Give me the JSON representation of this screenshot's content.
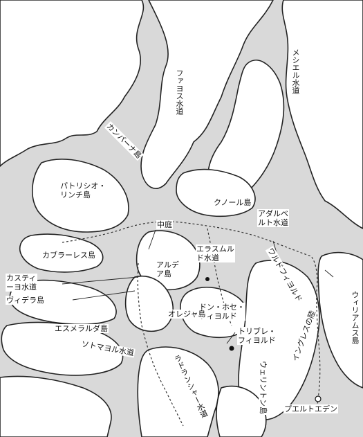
{
  "labels": {
    "fallos_channel": "ファヨス水道",
    "messier_channel": "メシエル水道",
    "campana_island": "カンパーナ島",
    "patricio_lynch_island": "パトリシオ・\nリンチ島",
    "knorr_island": "クノール島",
    "adalberto_channel": "アダルベ\nルト水道",
    "patio": "中庭",
    "cabrales_island": "カブラーレス島",
    "castillo_channel": "カスティ\nーヨ水道",
    "vidal_island": "ヴィデラ島",
    "esmeralda_island": "エスメラルダ島",
    "andrade_island": "アルデ\nア島",
    "erasmo_channel": "エラスムル\nド水道",
    "wald_fjord": "ワルドフィヨルド",
    "don_jose_fjord": "ドン・ホセ・\nフィヨルド",
    "olleja_island": "オレジャ島",
    "tribune_fjord": "トリブレ・\nフィヨルド",
    "wellington_island": "ウェリントン島",
    "inglesa_landing": "イングレスの陸",
    "william_island": "ウィリアムス島",
    "sotomayor_channel": "ソトマヨル水道",
    "escape_channel": "ラドランシャー水道",
    "puerto_eden": "プエルトエデン"
  },
  "colors": {
    "land": "#ffffff",
    "water": "#d9d9d9",
    "outline": "#222222"
  }
}
